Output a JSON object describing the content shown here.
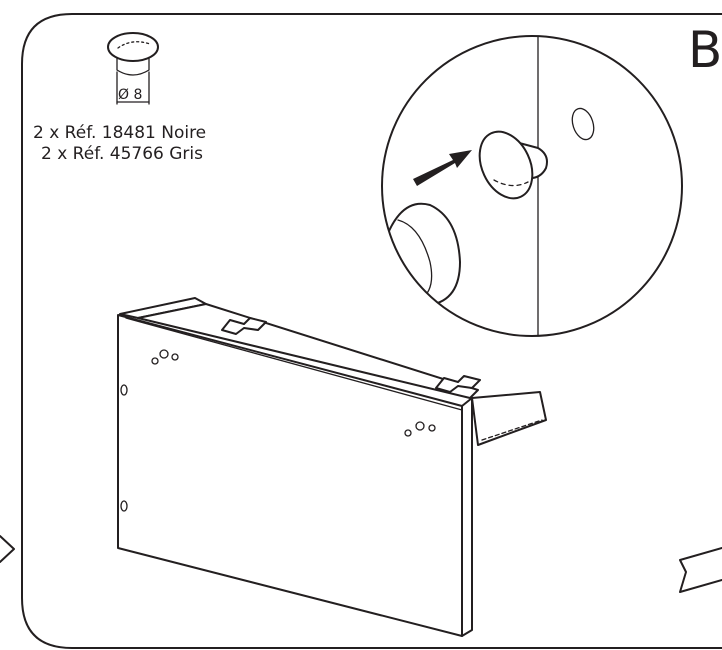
{
  "step": {
    "letter": "B"
  },
  "hardware": {
    "diameter_label": "Ø 8",
    "parts": [
      "2 x Réf. 18481 Noire",
      "2 x Réf. 45766 Gris"
    ]
  },
  "colors": {
    "ink": "#231f20",
    "background": "#ffffff"
  },
  "icons": [
    "knob-icon",
    "arrow-icon",
    "finger-icon",
    "pencil-icon"
  ]
}
